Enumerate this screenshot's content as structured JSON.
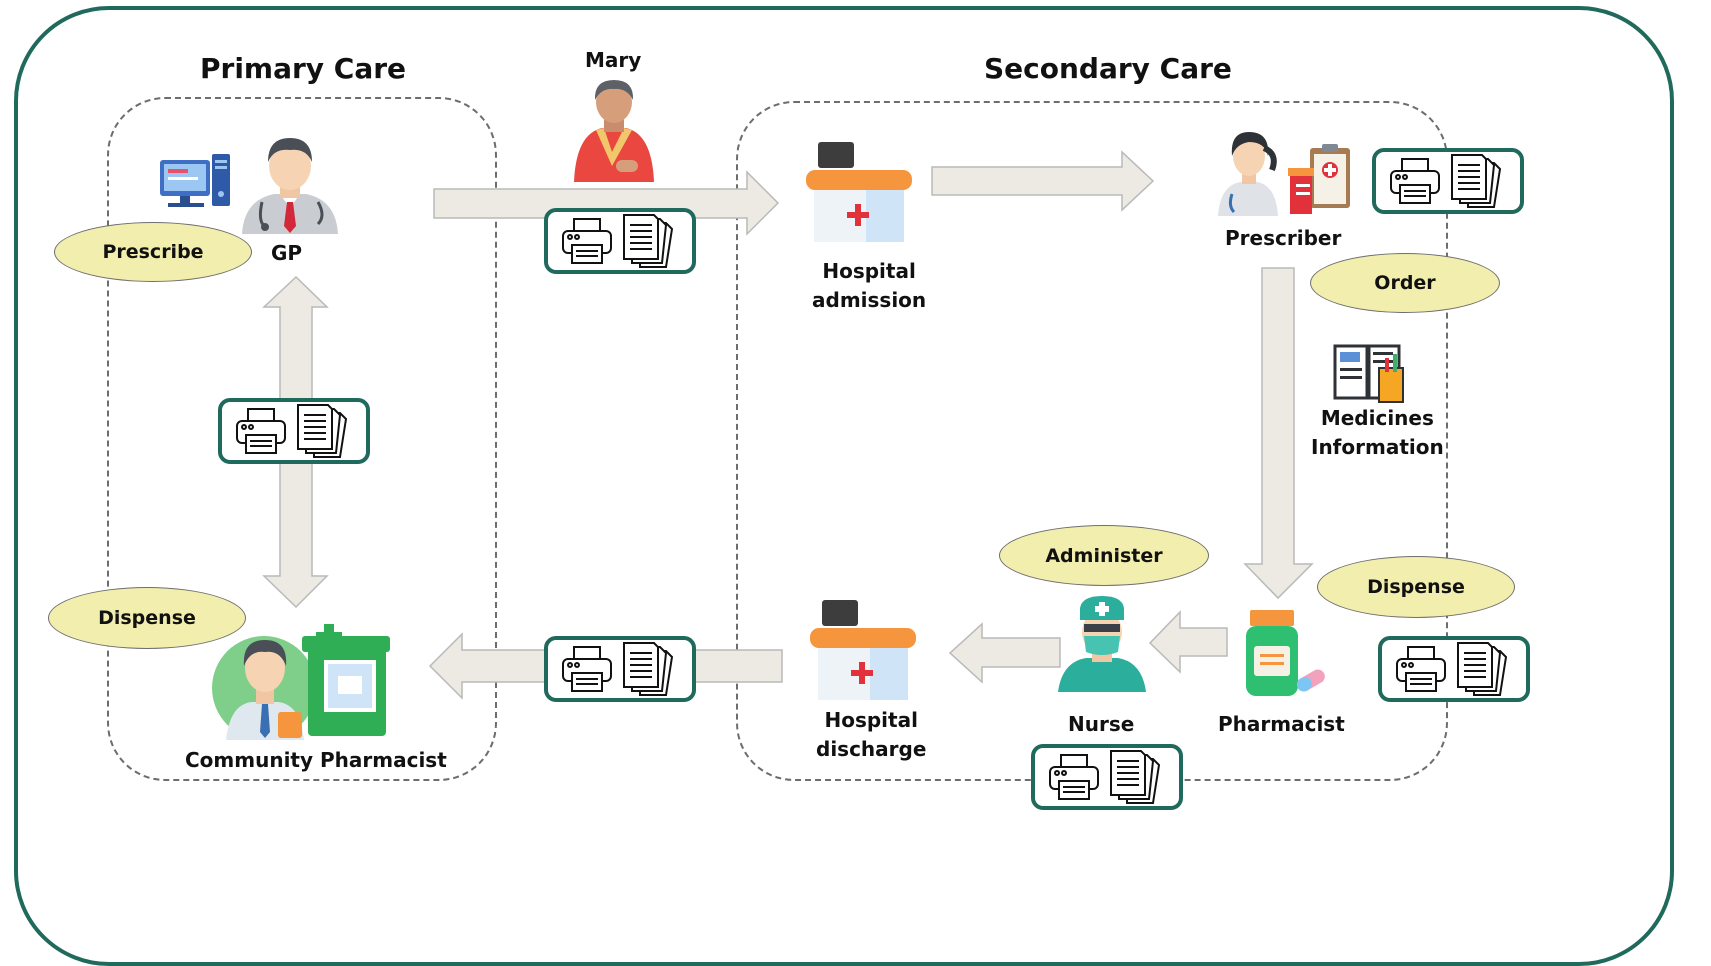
{
  "titles": {
    "primary": "Primary Care",
    "secondary": "Secondary Care"
  },
  "people": {
    "mary": "Mary",
    "gp": "GP",
    "community_pharmacist": "Community Pharmacist",
    "prescriber": "Prescriber",
    "nurse": "Nurse",
    "pharmacist": "Pharmacist"
  },
  "places": {
    "admission_line1": "Hospital",
    "admission_line2": "admission",
    "discharge_line1": "Hospital",
    "discharge_line2": "discharge",
    "med_info_line1": "Medicines",
    "med_info_line2": "Information"
  },
  "actions": {
    "prescribe": "Prescribe",
    "dispense_primary": "Dispense",
    "order": "Order",
    "administer": "Administer",
    "dispense_secondary": "Dispense"
  },
  "colors": {
    "frame": "#1f6a5c",
    "ellipse_fill": "#f2eeae",
    "arrow_fill": "#eceae3",
    "arrow_stroke": "#b9b9b9"
  }
}
